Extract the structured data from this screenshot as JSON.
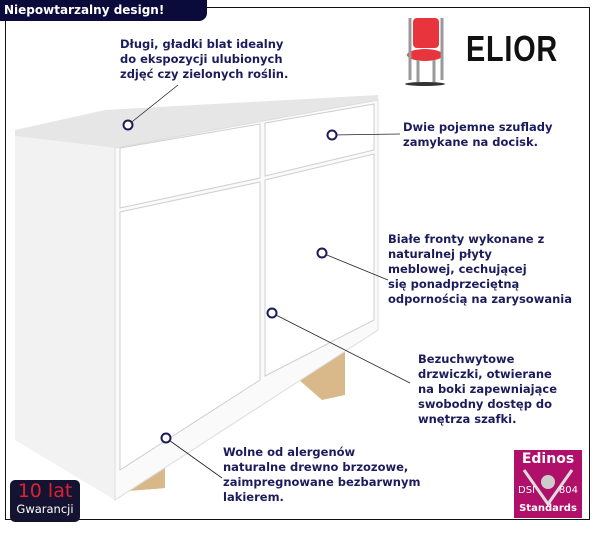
{
  "header": {
    "title": "Niepowtarzalny design!"
  },
  "brand": {
    "name": "ELIOR",
    "icon": "chair-icon"
  },
  "annotations": [
    "Długi, gładki blat idealny\ndo ekspozycji ulubionych\nzdjęć czy zielonych roślin.",
    "Dwie pojemne szuflady\nzamykane na docisk.",
    "Białe fronty wykonane z\nnaturalnej płyty\nmeblowej, cechującej\nsię ponadprzeciętną\nodpornością na zarysowania",
    "Bezuchwytowe\ndrzwiczki, otwierane\nna boki zapewniające\nswobodny dostęp do\nwnętrza szafki.",
    "Wolne od alergenów\nnaturalne drewno brzozowe,\nzaimpregnowane bezbarwnym\nlakierem."
  ],
  "warranty": {
    "years": "10 lat",
    "label": "Gwarancji"
  },
  "certificate": {
    "name": "Edinos",
    "left": "DSI",
    "right": "804",
    "bottom": "Standards"
  },
  "colors": {
    "navy": "#0b0b3b",
    "text": "#1c1c5c",
    "magenta": "#b0106a",
    "red": "#e02030"
  }
}
